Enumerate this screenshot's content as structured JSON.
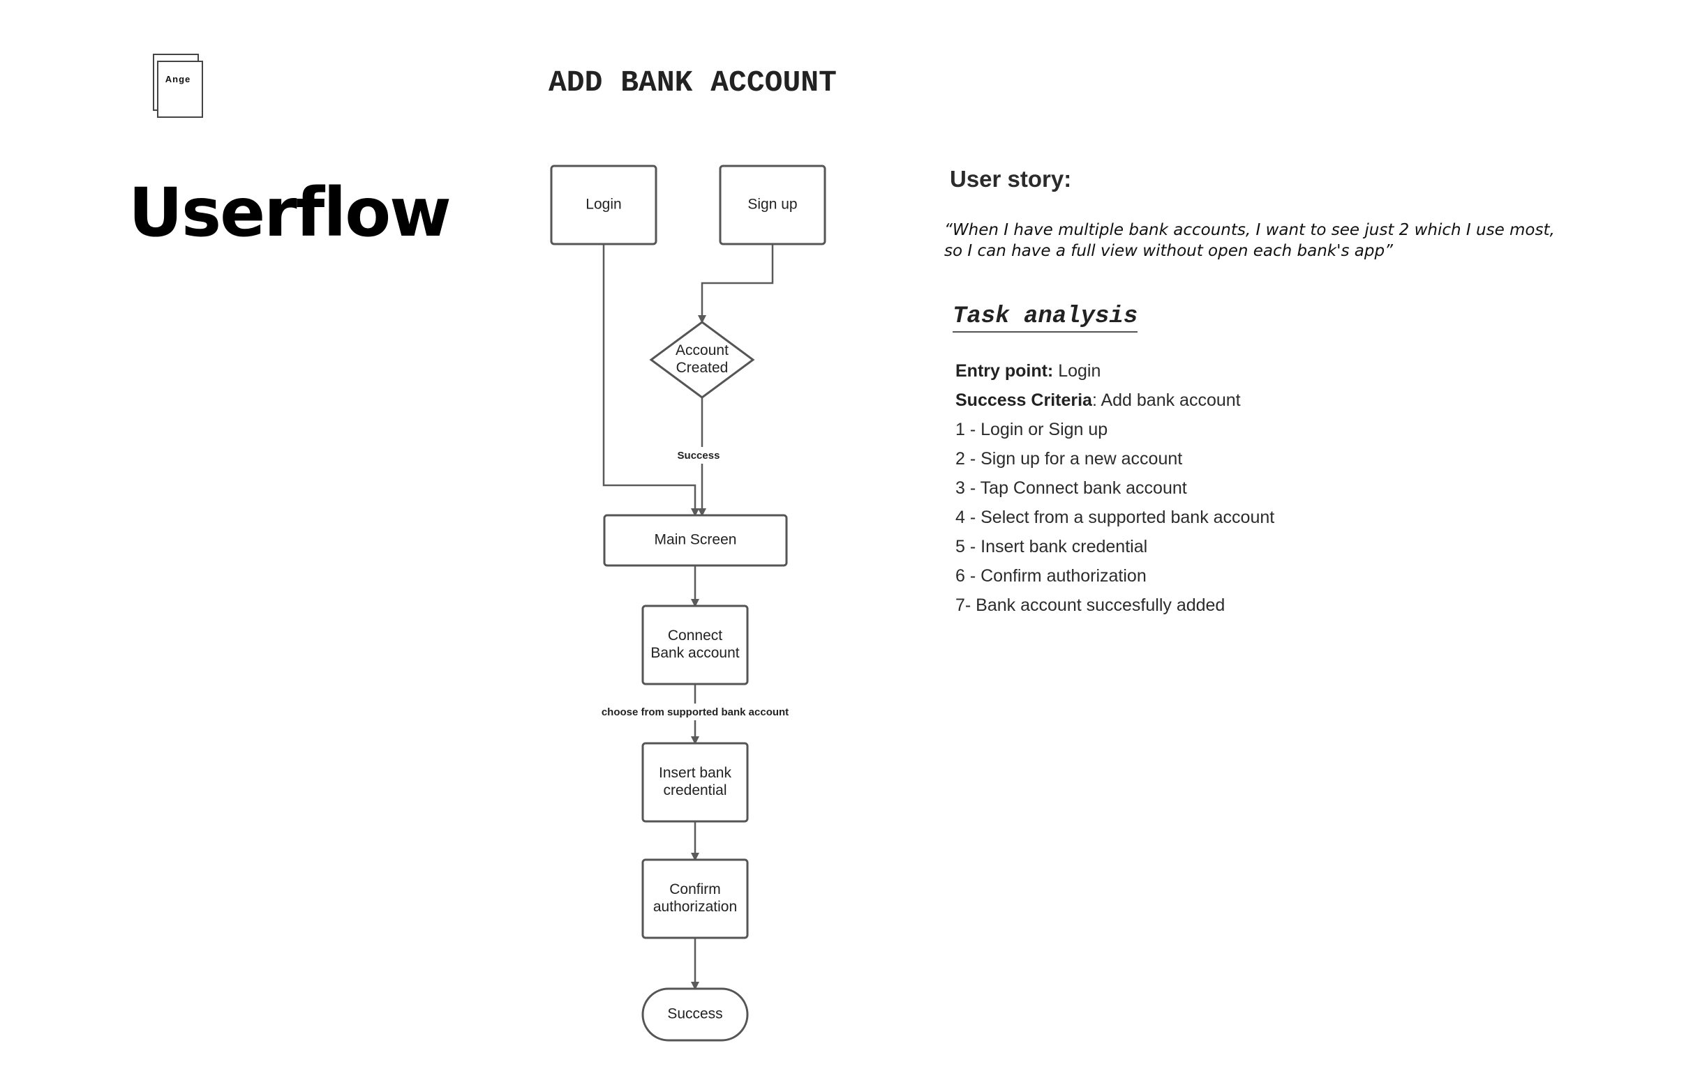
{
  "logo": {
    "text": "Ange"
  },
  "page": {
    "title": "Userflow",
    "diagram_title": "ADD BANK ACCOUNT"
  },
  "flow": {
    "nodes": [
      {
        "id": "login",
        "lines": [
          "Login"
        ],
        "shape": "rect"
      },
      {
        "id": "signup",
        "lines": [
          "Sign up"
        ],
        "shape": "rect"
      },
      {
        "id": "account-created",
        "lines": [
          "Account",
          "Created"
        ],
        "shape": "diamond"
      },
      {
        "id": "main-screen",
        "lines": [
          "Main Screen"
        ],
        "shape": "rect"
      },
      {
        "id": "connect-bank",
        "lines": [
          "Connect",
          "Bank account"
        ],
        "shape": "rect"
      },
      {
        "id": "insert-credential",
        "lines": [
          "Insert bank",
          "credential"
        ],
        "shape": "rect"
      },
      {
        "id": "confirm-authorization",
        "lines": [
          "Confirm",
          "authorization"
        ],
        "shape": "rect"
      },
      {
        "id": "success",
        "lines": [
          "Success"
        ],
        "shape": "rounded"
      }
    ],
    "edges": [
      {
        "from": "signup",
        "to": "account-created",
        "label": ""
      },
      {
        "from": "account-created",
        "to": "main-screen",
        "label": "Success"
      },
      {
        "from": "login",
        "to": "main-screen",
        "label": ""
      },
      {
        "from": "main-screen",
        "to": "connect-bank",
        "label": ""
      },
      {
        "from": "connect-bank",
        "to": "insert-credential",
        "label": "choose from supported bank account"
      },
      {
        "from": "insert-credential",
        "to": "confirm-authorization",
        "label": ""
      },
      {
        "from": "confirm-authorization",
        "to": "success",
        "label": ""
      }
    ]
  },
  "story": {
    "heading": "User story:",
    "quote": "“When I have multiple bank accounts,  I want to see just 2 which I use most, so I can have a full view without open each bank's app”"
  },
  "task": {
    "heading": "Task analysis",
    "entry_label": "Entry point:",
    "entry_value": " Login",
    "criteria_label": "Success Criteria",
    "criteria_value": ": Add bank account",
    "steps": [
      "1 - Login or Sign up",
      "2 - Sign up for a new account",
      "3 - Tap Connect bank account",
      "4 - Select from a supported bank account",
      "5 - Insert bank credential",
      "6 - Confirm authorization",
      "7- Bank account succesfully added"
    ]
  }
}
